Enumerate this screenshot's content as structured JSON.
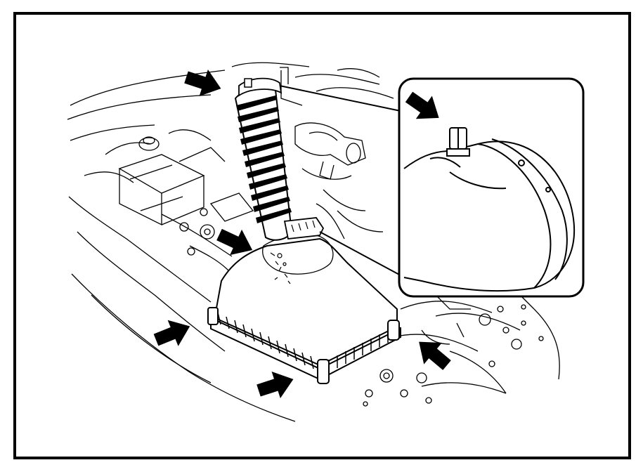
{
  "figure": {
    "kind": "line-art service manual illustration",
    "colors": {
      "ink": "#000000",
      "paper": "#ffffff"
    },
    "icons": [
      "arrow-icon",
      "air-filter-housing",
      "intake-hose",
      "clamp-bolt",
      "detail-inset"
    ]
  }
}
